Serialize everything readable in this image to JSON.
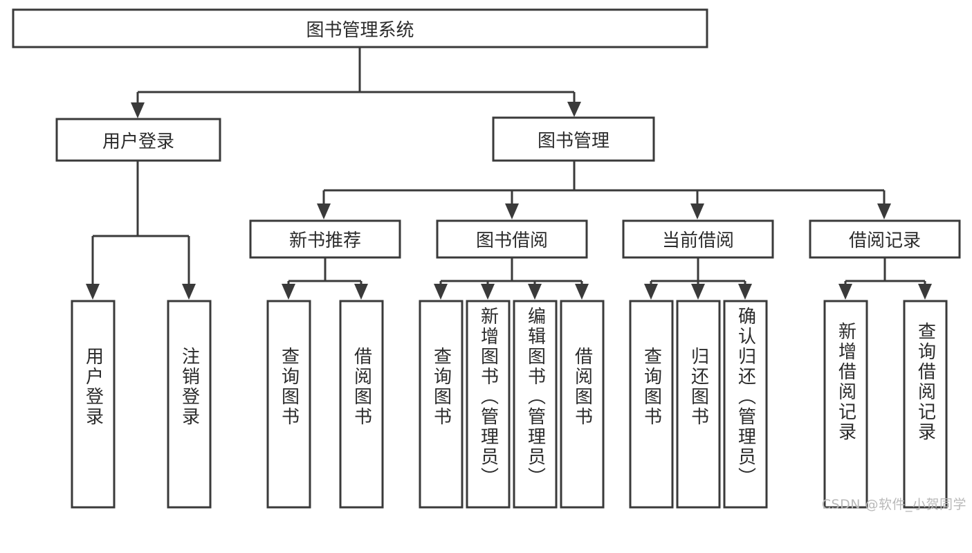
{
  "diagram": {
    "type": "tree-hierarchy",
    "title": "图书管理系统",
    "orientation": "top-down",
    "root": {
      "id": "root",
      "label": "图书管理系统",
      "text_direction": "horizontal"
    },
    "level2": [
      {
        "id": "user-login",
        "label": "用户登录",
        "text_direction": "horizontal"
      },
      {
        "id": "book-manage",
        "label": "图书管理",
        "text_direction": "horizontal"
      }
    ],
    "level3": [
      {
        "id": "new-book-rec",
        "label": "新书推荐",
        "parent": "book-manage",
        "text_direction": "horizontal"
      },
      {
        "id": "book-borrow",
        "label": "图书借阅",
        "parent": "book-manage",
        "text_direction": "horizontal"
      },
      {
        "id": "current-borrow",
        "label": "当前借阅",
        "parent": "book-manage",
        "text_direction": "horizontal"
      },
      {
        "id": "borrow-record",
        "label": "借阅记录",
        "parent": "book-manage",
        "text_direction": "horizontal"
      }
    ],
    "leaves": [
      {
        "id": "leaf-user-login",
        "label": "用户登录",
        "parent": "user-login",
        "text_direction": "vertical"
      },
      {
        "id": "leaf-logout-login",
        "label": "注销登录",
        "parent": "user-login",
        "text_direction": "vertical"
      },
      {
        "id": "leaf-query-book-1",
        "label": "查询图书",
        "parent": "new-book-rec",
        "text_direction": "vertical"
      },
      {
        "id": "leaf-borrow-book-1",
        "label": "借阅图书",
        "parent": "new-book-rec",
        "text_direction": "vertical"
      },
      {
        "id": "leaf-query-book-2",
        "label": "查询图书",
        "parent": "book-borrow",
        "text_direction": "vertical"
      },
      {
        "id": "leaf-add-book",
        "label": "新增图书（管理员）",
        "parent": "book-borrow",
        "text_direction": "vertical"
      },
      {
        "id": "leaf-edit-book",
        "label": "编辑图书（管理员）",
        "parent": "book-borrow",
        "text_direction": "vertical"
      },
      {
        "id": "leaf-borrow-book-2",
        "label": "借阅图书",
        "parent": "book-borrow",
        "text_direction": "vertical"
      },
      {
        "id": "leaf-query-book-3",
        "label": "查询图书",
        "parent": "current-borrow",
        "text_direction": "vertical"
      },
      {
        "id": "leaf-return-book",
        "label": "归还图书",
        "parent": "current-borrow",
        "text_direction": "vertical"
      },
      {
        "id": "leaf-confirm-return",
        "label": "确认归还（管理员）",
        "parent": "current-borrow",
        "text_direction": "vertical"
      },
      {
        "id": "leaf-add-record",
        "label": "新增借阅记录",
        "parent": "borrow-record",
        "text_direction": "vertical"
      },
      {
        "id": "leaf-query-record",
        "label": "查询借阅记录",
        "parent": "borrow-record",
        "text_direction": "vertical"
      }
    ],
    "colors": {
      "background": "#ffffff",
      "box_fill": "#ffffff",
      "box_stroke": "#3a3a3a",
      "connector": "#3a3a3a",
      "text": "#2b2b2b",
      "watermark": "#b9b9b9"
    }
  },
  "watermark": {
    "text": "CSDN @软件_小贺同学"
  }
}
